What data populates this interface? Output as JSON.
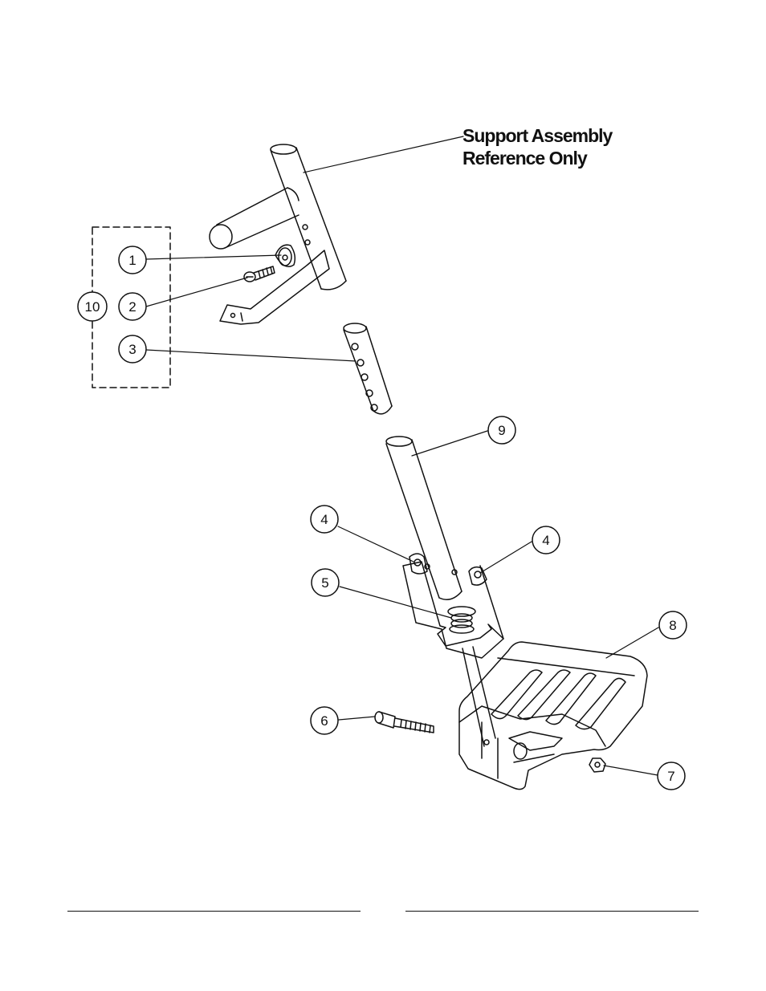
{
  "title": {
    "line1": "Support Assembly",
    "line2": "Reference Only"
  },
  "callouts": [
    {
      "id": "c1",
      "label": "1"
    },
    {
      "id": "c2",
      "label": "2"
    },
    {
      "id": "c3",
      "label": "3"
    },
    {
      "id": "c4a",
      "label": "4"
    },
    {
      "id": "c4b",
      "label": "4"
    },
    {
      "id": "c5",
      "label": "5"
    },
    {
      "id": "c6",
      "label": "6"
    },
    {
      "id": "c7",
      "label": "7"
    },
    {
      "id": "c8",
      "label": "8"
    },
    {
      "id": "c9",
      "label": "9"
    },
    {
      "id": "c10",
      "label": "10"
    }
  ]
}
